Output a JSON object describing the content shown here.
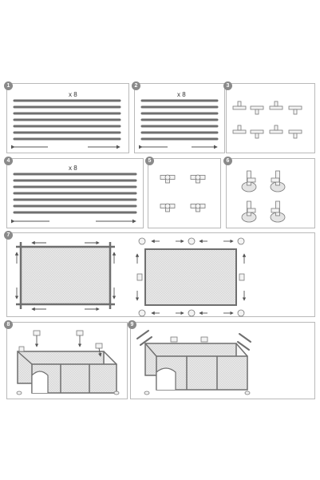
{
  "colors": {
    "frame": "#b9b9b9",
    "badge": "#8a8a8a",
    "tube": "#6f6f6f",
    "mesh": "#d9d9d9",
    "connector": "#9a9a9a"
  },
  "steps": [
    {
      "number": "1",
      "quantity": "x 8"
    },
    {
      "number": "2",
      "quantity": "x 8"
    },
    {
      "number": "3"
    },
    {
      "number": "4",
      "quantity": "x 8"
    },
    {
      "number": "5"
    },
    {
      "number": "6"
    },
    {
      "number": "7"
    },
    {
      "number": "8"
    },
    {
      "number": "9"
    }
  ],
  "icons": [
    "tube-icon",
    "arrow-icon",
    "connector-icon",
    "suction-cup-icon",
    "mesh-panel-icon",
    "playpen-icon"
  ]
}
